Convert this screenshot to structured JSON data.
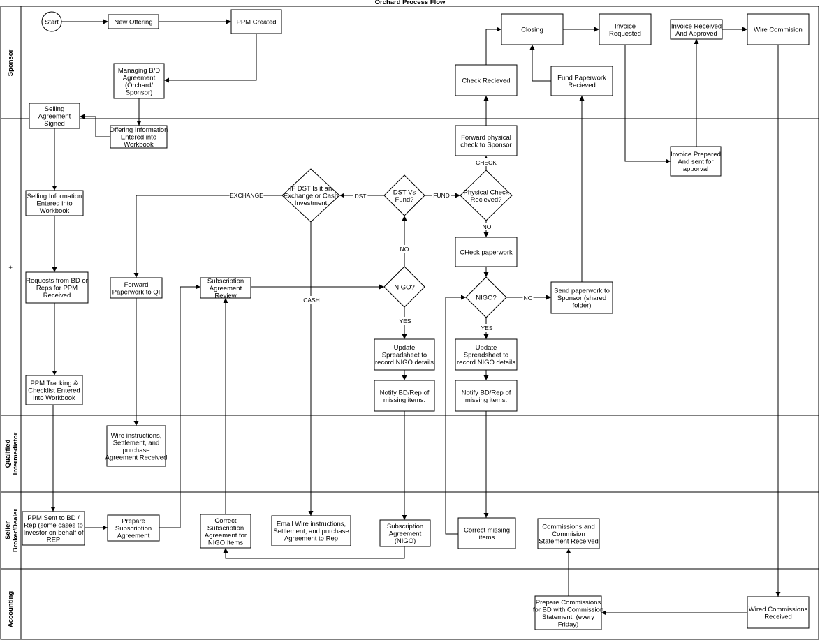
{
  "title": "Orchard Process Flow",
  "lanes": [
    {
      "id": "sponsor",
      "label": [
        "Sponsor"
      ]
    },
    {
      "id": "plus",
      "label": [
        "+"
      ]
    },
    {
      "id": "qi",
      "label": [
        "Qualified",
        "Intermediator"
      ]
    },
    {
      "id": "bd",
      "label": [
        "Seller",
        "Broker/Dealer"
      ]
    },
    {
      "id": "acct",
      "label": [
        "Accounting"
      ]
    }
  ],
  "nodes": [
    {
      "id": "start",
      "shape": "circle",
      "lines": [
        "Start"
      ]
    },
    {
      "id": "new_offering",
      "shape": "rect",
      "lines": [
        "New Offering"
      ]
    },
    {
      "id": "ppm_created",
      "shape": "rect",
      "lines": [
        "PPM Created"
      ]
    },
    {
      "id": "managing_bd",
      "shape": "rect",
      "lines": [
        "Managing B/D",
        "Agreement",
        "(Orchard/",
        "Sponsor)"
      ]
    },
    {
      "id": "selling_agreement",
      "shape": "rect",
      "lines": [
        "Selling",
        "Agreement",
        "Signed"
      ]
    },
    {
      "id": "offering_info",
      "shape": "rect",
      "lines": [
        "Offering Information",
        "Entered into",
        "Workbook"
      ]
    },
    {
      "id": "closing",
      "shape": "rect",
      "lines": [
        "Closing"
      ]
    },
    {
      "id": "invoice_requested",
      "shape": "rect",
      "lines": [
        "Invoice",
        "Requested"
      ]
    },
    {
      "id": "invoice_received",
      "shape": "rect",
      "lines": [
        "Invoice Received",
        "And Approved"
      ]
    },
    {
      "id": "wire_commision",
      "shape": "rect",
      "lines": [
        "Wire Commision"
      ]
    },
    {
      "id": "check_received",
      "shape": "rect",
      "lines": [
        "Check Recieved"
      ]
    },
    {
      "id": "fund_paperwork",
      "shape": "rect",
      "lines": [
        "Fund Paperwork",
        "Recieved"
      ]
    },
    {
      "id": "forward_check",
      "shape": "rect",
      "lines": [
        "Forward physical",
        "check to Sponsor"
      ]
    },
    {
      "id": "invoice_prepared",
      "shape": "rect",
      "lines": [
        "Invoice Prepared",
        "And sent for",
        "apporval"
      ]
    },
    {
      "id": "selling_info",
      "shape": "rect",
      "lines": [
        "Selling Information",
        "Entered into",
        "Workbook"
      ]
    },
    {
      "id": "if_dst",
      "shape": "diamond",
      "lines": [
        "IF DST Is it an",
        "Exchange or Cash",
        "Investment"
      ]
    },
    {
      "id": "dst_vs_fund",
      "shape": "diamond",
      "lines": [
        "DST Vs",
        "Fund?"
      ]
    },
    {
      "id": "physical_check",
      "shape": "diamond",
      "lines": [
        "Physical Check",
        "Recieved?"
      ]
    },
    {
      "id": "check_paperwork",
      "shape": "rect",
      "lines": [
        "CHeck paperwork"
      ]
    },
    {
      "id": "requests_bd",
      "shape": "rect",
      "lines": [
        "Requests from BD or",
        "Reps for PPM",
        "Received"
      ]
    },
    {
      "id": "forward_qi",
      "shape": "rect",
      "lines": [
        "Forward",
        "Paperwork to QI"
      ]
    },
    {
      "id": "sub_review",
      "shape": "rect",
      "lines": [
        "Subscription",
        "Agreement",
        "Review"
      ]
    },
    {
      "id": "nigo1",
      "shape": "diamond",
      "lines": [
        "NIGO?"
      ]
    },
    {
      "id": "nigo2",
      "shape": "diamond",
      "lines": [
        "NIGO?"
      ]
    },
    {
      "id": "send_paperwork",
      "shape": "rect",
      "lines": [
        "Send paperwork to",
        "Sponsor (shared",
        "folder)"
      ]
    },
    {
      "id": "update1",
      "shape": "rect",
      "lines": [
        "Update",
        "Spreadsheet to",
        "record NIGO details"
      ]
    },
    {
      "id": "update2",
      "shape": "rect",
      "lines": [
        "Update",
        "Spreadsheet to",
        "record NIGO details"
      ]
    },
    {
      "id": "ppm_tracking",
      "shape": "rect",
      "lines": [
        "PPM Tracking &",
        "Checklist Entered",
        "into Workbook"
      ]
    },
    {
      "id": "notify1",
      "shape": "rect",
      "lines": [
        "Notify BD/Rep of",
        "missing items."
      ]
    },
    {
      "id": "notify2",
      "shape": "rect",
      "lines": [
        "Notify BD/Rep of",
        "missing items."
      ]
    },
    {
      "id": "wire_instructions_received",
      "shape": "rect",
      "lines": [
        "Wire instructions,",
        "Settlement, and",
        "purchase",
        "Agreement Received"
      ]
    },
    {
      "id": "ppm_sent",
      "shape": "rect",
      "lines": [
        "PPM Sent to BD /",
        "Rep (some cases to",
        "Investor on behalf of",
        "REP"
      ]
    },
    {
      "id": "prepare_sub",
      "shape": "rect",
      "lines": [
        "Prepare",
        "Subscription",
        "Agreement"
      ]
    },
    {
      "id": "correct_sub",
      "shape": "rect",
      "lines": [
        "Correct",
        "Subscription",
        "Agreement for",
        "NIGO Items"
      ]
    },
    {
      "id": "email_wire",
      "shape": "rect",
      "lines": [
        "Email Wire instructions,",
        "Settlement, and purchase",
        "Agreement to Rep"
      ]
    },
    {
      "id": "sub_nigo",
      "shape": "rect",
      "lines": [
        "Subscription",
        "Agreement",
        "(NIGO)"
      ]
    },
    {
      "id": "correct_missing",
      "shape": "rect",
      "lines": [
        "Correct missing",
        "items"
      ]
    },
    {
      "id": "commissions_received",
      "shape": "rect",
      "lines": [
        "Commissions and",
        "Commision",
        "Statement Received"
      ]
    },
    {
      "id": "prepare_commissions",
      "shape": "rect",
      "lines": [
        "Prepare Commissions",
        "for BD with Commission",
        "Statement. (every",
        "Friday)"
      ]
    },
    {
      "id": "wired_commissions",
      "shape": "rect",
      "lines": [
        "Wired Commissions",
        "Received"
      ]
    }
  ],
  "edges": [
    {
      "id": "e_start_new"
    },
    {
      "id": "e_new_ppm"
    },
    {
      "id": "e_ppm_managing"
    },
    {
      "id": "e_managing_offering"
    },
    {
      "id": "e_offering_selling"
    },
    {
      "id": "e_selling_sellinginfo"
    },
    {
      "id": "e_sellinginfo_requests"
    },
    {
      "id": "e_requests_tracking"
    },
    {
      "id": "e_tracking_ppmsent"
    },
    {
      "id": "e_ppmsent_prepare"
    },
    {
      "id": "e_prepare_review"
    },
    {
      "id": "e_review_nigo1"
    },
    {
      "id": "e_nigo1_dst",
      "label": "NO"
    },
    {
      "id": "e_dst_ifdst",
      "label": "DST"
    },
    {
      "id": "e_ifdst_forwardqi",
      "label": "EXCHANGE"
    },
    {
      "id": "e_ifdst_email",
      "label": "CASH"
    },
    {
      "id": "e_dst_physical",
      "label": "FUND"
    },
    {
      "id": "e_physical_forwardcheck",
      "label": "CHECK"
    },
    {
      "id": "e_physical_checkpaper",
      "label": "NO"
    },
    {
      "id": "e_forwardcheck_checkreceived"
    },
    {
      "id": "e_checkreceived_closing"
    },
    {
      "id": "e_fund_closing"
    },
    {
      "id": "e_send_fund"
    },
    {
      "id": "e_checkpaper_nigo2"
    },
    {
      "id": "e_nigo2_send",
      "label": "NO"
    },
    {
      "id": "e_nigo2_update2",
      "label": "YES"
    },
    {
      "id": "e_update2_notify2"
    },
    {
      "id": "e_notify2_correct"
    },
    {
      "id": "e_correct_nigo2"
    },
    {
      "id": "e_nigo1_update1",
      "label": "YES"
    },
    {
      "id": "e_update1_notify1"
    },
    {
      "id": "e_notify1_subnigo"
    },
    {
      "id": "e_subnigo_correctsub"
    },
    {
      "id": "e_correctsub_review"
    },
    {
      "id": "e_forwardqi_wire"
    },
    {
      "id": "e_closing_invoice"
    },
    {
      "id": "e_invoice_prepared"
    },
    {
      "id": "e_prepared_received"
    },
    {
      "id": "e_received_wire"
    },
    {
      "id": "e_wire_wired"
    },
    {
      "id": "e_wired_prepare"
    },
    {
      "id": "e_prepare_commreceived"
    }
  ]
}
